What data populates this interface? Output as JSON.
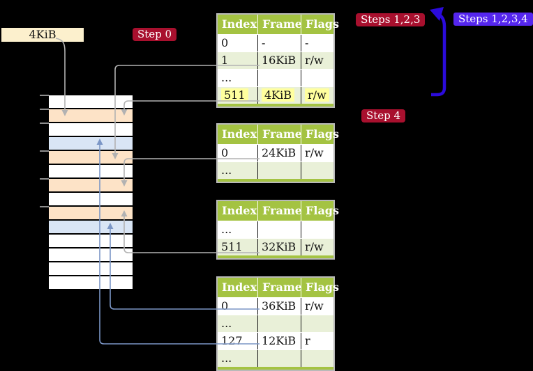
{
  "colors": {
    "bg": "#000000",
    "wheat": "#fcf0cd",
    "crimson": "#a8102e",
    "violet": "#5526ee",
    "header-green": "#a4c342",
    "row-green": "#e9f0d8",
    "hl-yellow": "#ffff9e",
    "strip-orange": "#fde3c7",
    "strip-blue": "#d9e5f5",
    "line-gray": "#b2b2b2",
    "line-steel": "#7b96c6",
    "arrow-blue": "#2b0bdb"
  },
  "labels": {
    "page_size": "4KiB",
    "step0": "Step 0",
    "steps123": "Steps 1,2,3",
    "steps1234": "Steps 1,2,3,4",
    "step4": "Step 4"
  },
  "memory_strip": {
    "rows": [
      "white",
      "orange",
      "white",
      "blue",
      "orange",
      "white",
      "orange",
      "white",
      "orange",
      "blue",
      "white",
      "white",
      "white",
      "white"
    ]
  },
  "tables": [
    {
      "name": "page-table-level-1",
      "headers": [
        "Index",
        "Frame",
        "Flags"
      ],
      "rows": [
        {
          "cells": [
            "0",
            "-",
            "-"
          ],
          "shaded": false,
          "highlight": false
        },
        {
          "cells": [
            "1",
            "16KiB",
            "r/w"
          ],
          "shaded": true,
          "highlight": false
        },
        {
          "cells": [
            "...",
            "",
            ""
          ],
          "shaded": false,
          "highlight": false
        },
        {
          "cells": [
            "511",
            "4KiB",
            "r/w"
          ],
          "shaded": true,
          "highlight": true
        }
      ]
    },
    {
      "name": "page-table-level-2",
      "headers": [
        "Index",
        "Frame",
        "Flags"
      ],
      "rows": [
        {
          "cells": [
            "0",
            "24KiB",
            "r/w"
          ],
          "shaded": false,
          "highlight": false
        },
        {
          "cells": [
            "...",
            "",
            ""
          ],
          "shaded": true,
          "highlight": false
        }
      ]
    },
    {
      "name": "page-table-level-3",
      "headers": [
        "Index",
        "Frame",
        "Flags"
      ],
      "rows": [
        {
          "cells": [
            "...",
            "",
            ""
          ],
          "shaded": false,
          "highlight": false
        },
        {
          "cells": [
            "511",
            "32KiB",
            "r/w"
          ],
          "shaded": true,
          "highlight": false
        }
      ]
    },
    {
      "name": "page-table-level-4",
      "headers": [
        "Index",
        "Frame",
        "Flags"
      ],
      "rows": [
        {
          "cells": [
            "0",
            "36KiB",
            "r/w"
          ],
          "shaded": false,
          "highlight": false
        },
        {
          "cells": [
            "...",
            "",
            ""
          ],
          "shaded": true,
          "highlight": false
        },
        {
          "cells": [
            "127",
            "12KiB",
            "r"
          ],
          "shaded": false,
          "highlight": false
        },
        {
          "cells": [
            "...",
            "",
            ""
          ],
          "shaded": true,
          "highlight": false
        }
      ]
    }
  ]
}
